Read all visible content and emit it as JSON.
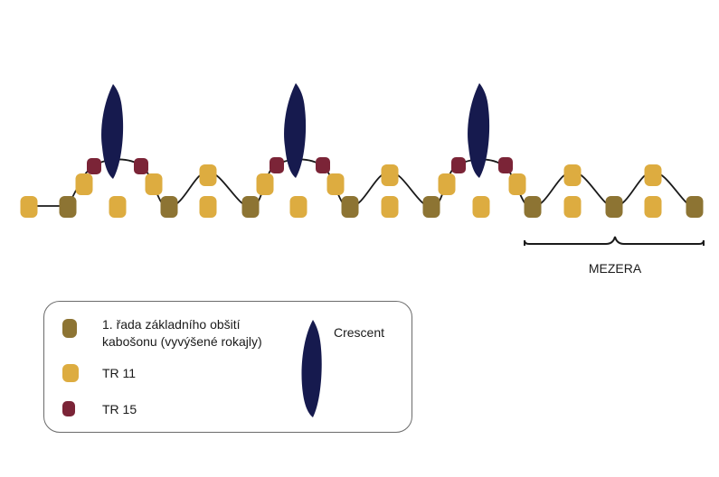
{
  "colors": {
    "base_bead": "#8d7433",
    "tr11_bead": "#ddac40",
    "tr15_bead": "#7b2437",
    "crescent": "#161a4e",
    "thread": "#1a1a1a"
  },
  "icons": {
    "base_bead": "base-bead-icon",
    "tr11_bead": "tr11-bead-icon",
    "tr15_bead": "tr15-bead-icon",
    "crescent": "crescent-icon"
  },
  "diagram": {
    "gap_label": "MEZERA"
  },
  "legend": {
    "base_line1": "1. řada základního obšití",
    "base_line2": "kabošonu (vyvýšené rokajly)",
    "tr11": "TR 11",
    "tr15": "TR 15",
    "crescent": "Crescent"
  }
}
